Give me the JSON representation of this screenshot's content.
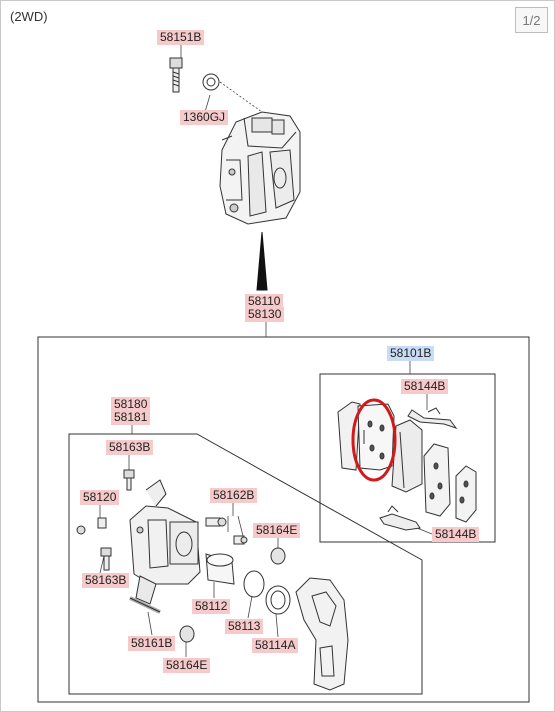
{
  "page": {
    "variant": "(2WD)",
    "pager": "1/2"
  },
  "labels": {
    "l58151B": "58151B",
    "l1360GJ": "1360GJ",
    "l58110": "58110",
    "l58130": "58130",
    "l58101B": "58101B",
    "l58144B_top": "58144B",
    "l58144B_bot": "58144B",
    "l58180": "58180",
    "l58181": "58181",
    "l58163B_top": "58163B",
    "l58120": "58120",
    "l58162B": "58162B",
    "l58164E_right": "58164E",
    "l58163B_bot": "58163B",
    "l58112": "58112",
    "l58113": "58113",
    "l58114A": "58114A",
    "l58161B": "58161B",
    "l58164E_bot": "58164E"
  },
  "colors": {
    "label_bg": "#f6caca",
    "label_bg_highlight": "#c8dcf6",
    "callout_circle": "#d11a1a"
  },
  "icons": [
    "caliper-assembly-icon",
    "bolt-icon",
    "washer-icon",
    "arrow-down-icon",
    "brake-pad-icon",
    "pad-clip-icon",
    "piston-icon",
    "seal-ring-icon",
    "caliper-bracket-icon",
    "guide-pin-icon",
    "boot-icon",
    "bleeder-screw-icon"
  ]
}
